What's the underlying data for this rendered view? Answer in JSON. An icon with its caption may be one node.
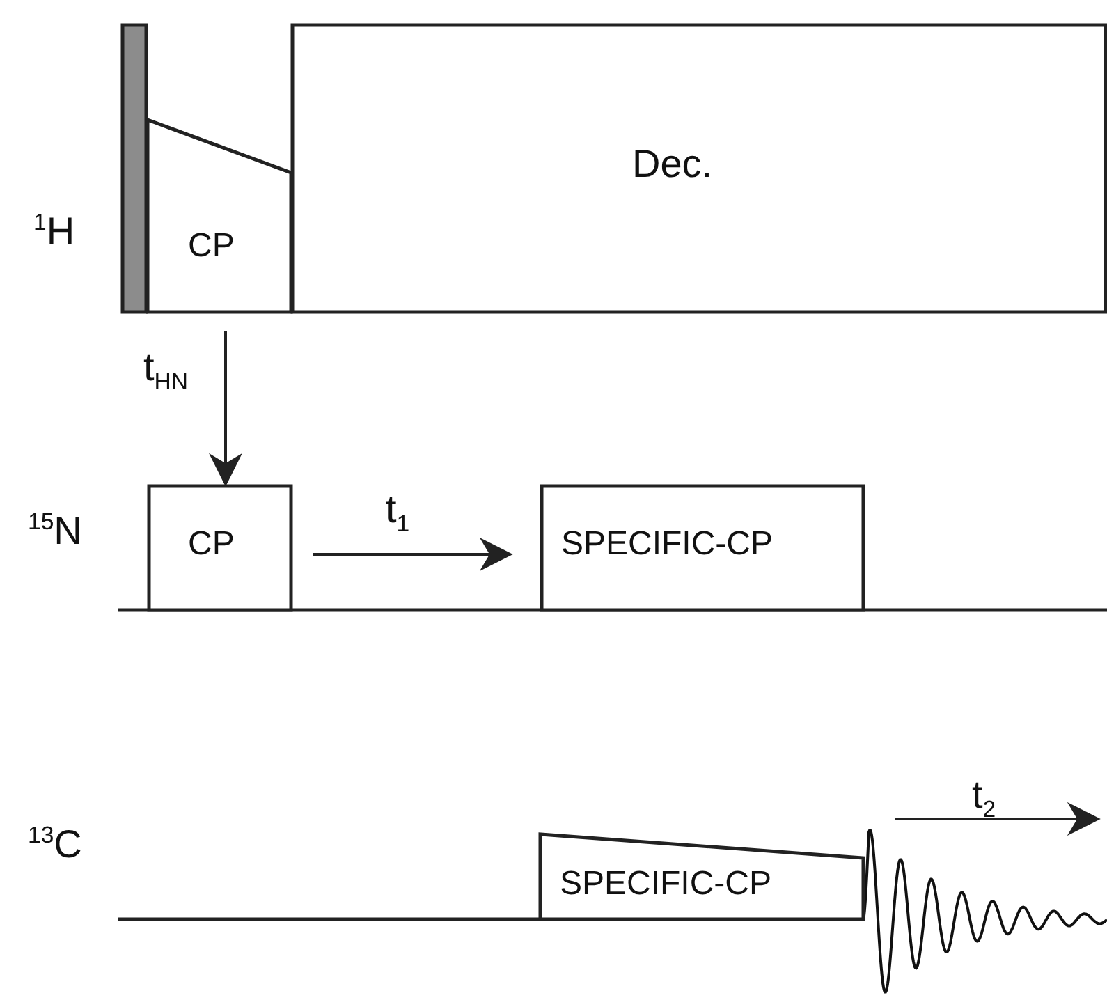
{
  "diagram": {
    "nodes": [
      {
        "text": [],
        "shape": "bar"
      },
      {
        "text": [
          "CP"
        ]
      },
      {
        "text": [
          "Dec."
        ]
      },
      {
        "text": [
          "CP"
        ]
      },
      {
        "text": [
          "SPECIFIC-CP"
        ]
      },
      {
        "text": [
          "SPECIFIC-CP"
        ]
      }
    ],
    "edges": [
      {
        "from": 1,
        "to": 3,
        "arrow": "to",
        "label": "t$_{HN}$"
      },
      {
        "from": 3,
        "to": 4,
        "arrow": "to",
        "label": "t$_{1}$"
      }
    ],
    "labels": [
      "$^{1}$H",
      "$^{15}$N",
      "$^{13}$C",
      "t$_{2}$"
    ]
  }
}
